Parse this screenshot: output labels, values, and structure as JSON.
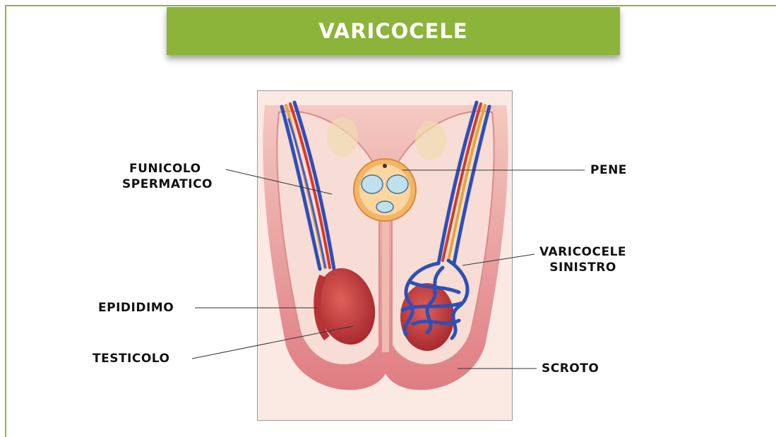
{
  "title": "VARICOCELE",
  "labels": {
    "funicolo_line1": "FUNICOLO",
    "funicolo_line2": "SPERMATICO",
    "pene": "PENE",
    "varicocele_line1": "VARICOCELE",
    "varicocele_line2": "SINISTRO",
    "epididimo": "EPIDIDIMO",
    "testicolo": "TESTICOLO",
    "scroto": "SCROTO"
  },
  "colors": {
    "accent_green": "#8cb43a",
    "skin": "#f2c6bd",
    "scrotum_wall": "#e8848a",
    "testis": "#c9383b",
    "vein": "#2f4fb8",
    "artery": "#d63a2a",
    "vas": "#e0a73a"
  }
}
